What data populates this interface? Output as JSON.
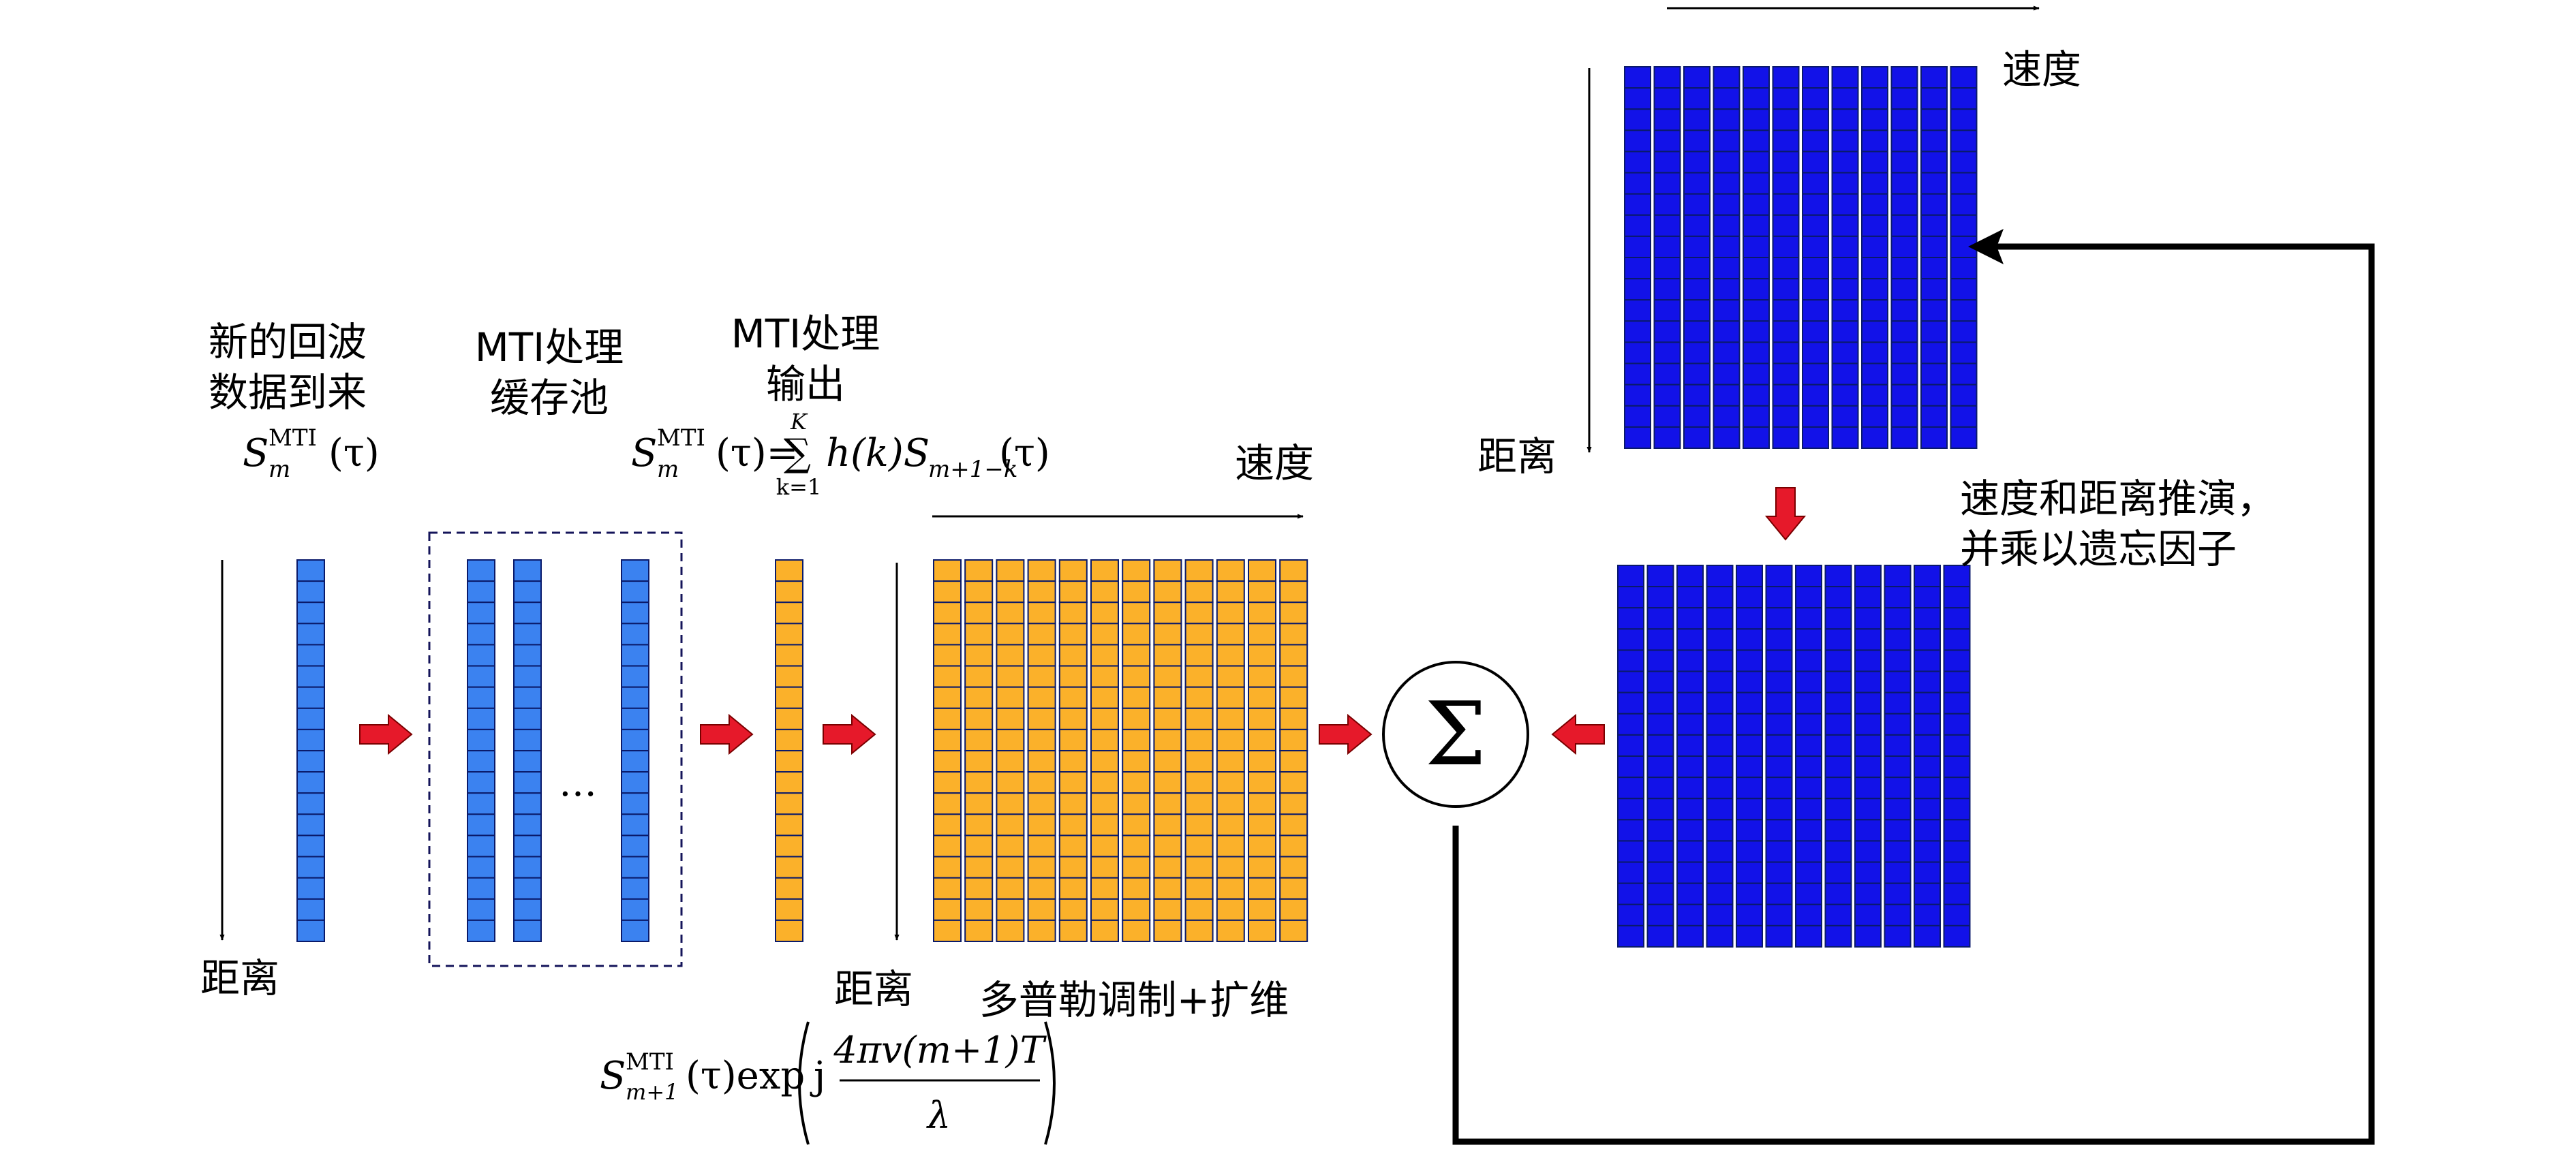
{
  "colors": {
    "light_blue": "#3b82f0",
    "orange": "#fbb12a",
    "dark_blue": "#1212e8",
    "cell_border": "#0a1a6a",
    "arrow_red": "#e6192a"
  },
  "labels": {
    "new_echo_line1": "新的回波",
    "new_echo_line2": "数据到来",
    "pool_line1": "MTI处理",
    "pool_line2": "缓存池",
    "output_line1": "MTI处理",
    "output_line2": "输出",
    "distance_left": "距离",
    "distance_mid": "距离",
    "distance_right": "距离",
    "velocity_mid": "速度",
    "velocity_top": "速度",
    "doppler": "多普勒调制+扩维",
    "extrap_line1": "速度和距离推演，",
    "extrap_line2": "并乘以遗忘因子",
    "ellipsis": "…",
    "sigma": "Σ"
  },
  "formulas": {
    "f1_S": "S",
    "f1_sup": "MTI",
    "f1_sub": "m",
    "f1_tail": "(τ)",
    "f2_S": "S",
    "f2_sup": "MTI",
    "f2_sub": "m",
    "f2_mid": "(τ)=",
    "f2_sum": "∑",
    "f2_sum_top": "K",
    "f2_sum_bot": "k=1",
    "f2_h": "h(k)S",
    "f2_sub2": "m+1−k",
    "f2_tail": "(τ)",
    "f3_S": "S",
    "f3_sup": "MTI",
    "f3_sub": "m+1",
    "f3_mid": "(τ)exp",
    "f3_j": "j",
    "f3_num": "4πv(m+1)T",
    "f3_den": "λ"
  }
}
